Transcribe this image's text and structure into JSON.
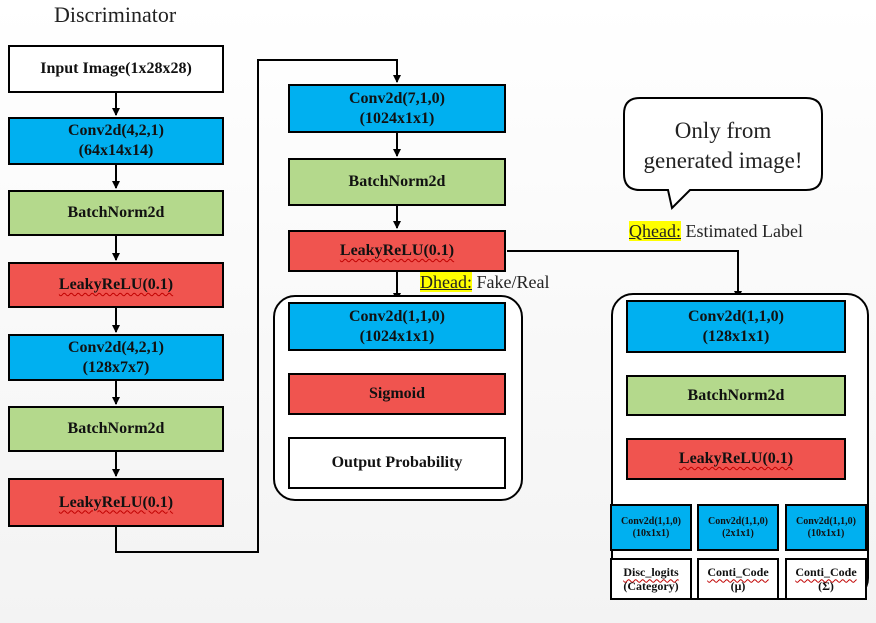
{
  "title": "Discriminator",
  "callout": {
    "line1": "Only from",
    "line2": "generated image!"
  },
  "col1": [
    {
      "l1": "Input Image(1x28x28)",
      "l2": ""
    },
    {
      "l1": "Conv2d(4,2,1)",
      "l2": "(64x14x14)"
    },
    {
      "l1": "BatchNorm2d",
      "l2": ""
    },
    {
      "l1": "LeakyReLU(0.1)",
      "l2": ""
    },
    {
      "l1": "Conv2d(4,2,1)",
      "l2": "(128x7x7)"
    },
    {
      "l1": "BatchNorm2d",
      "l2": ""
    },
    {
      "l1": "LeakyReLU(0.1)",
      "l2": ""
    }
  ],
  "col2": [
    {
      "l1": "Conv2d(7,1,0)",
      "l2": "(1024x1x1)"
    },
    {
      "l1": "BatchNorm2d",
      "l2": ""
    },
    {
      "l1": "LeakyReLU(0.1)",
      "l2": ""
    }
  ],
  "dhead": {
    "label": "Dhead:",
    "text": " Fake/Real",
    "boxes": [
      {
        "l1": "Conv2d(1,1,0)",
        "l2": "(1024x1x1)"
      },
      {
        "l1": "Sigmoid",
        "l2": ""
      },
      {
        "l1": "Output Probability",
        "l2": ""
      }
    ]
  },
  "qhead": {
    "label": "Qhead:",
    "text": " Estimated Label",
    "boxes": [
      {
        "l1": "Conv2d(1,1,0)",
        "l2": "(128x1x1)"
      },
      {
        "l1": "BatchNorm2d",
        "l2": ""
      },
      {
        "l1": "LeakyReLU(0.1)",
        "l2": ""
      }
    ],
    "heads": [
      {
        "l1": "Conv2d(1,1,0)",
        "l2": "(10x1x1)"
      },
      {
        "l1": "Conv2d(1,1,0)",
        "l2": "(2x1x1)"
      },
      {
        "l1": "Conv2d(1,1,0)",
        "l2": "(10x1x1)"
      }
    ],
    "outputs": [
      {
        "l1": "Disc_logits",
        "l2": "(Category)"
      },
      {
        "l1": "Conti_Code",
        "l2": "(μ)"
      },
      {
        "l1": "Conti_Code",
        "l2": "(Σ)"
      }
    ]
  }
}
